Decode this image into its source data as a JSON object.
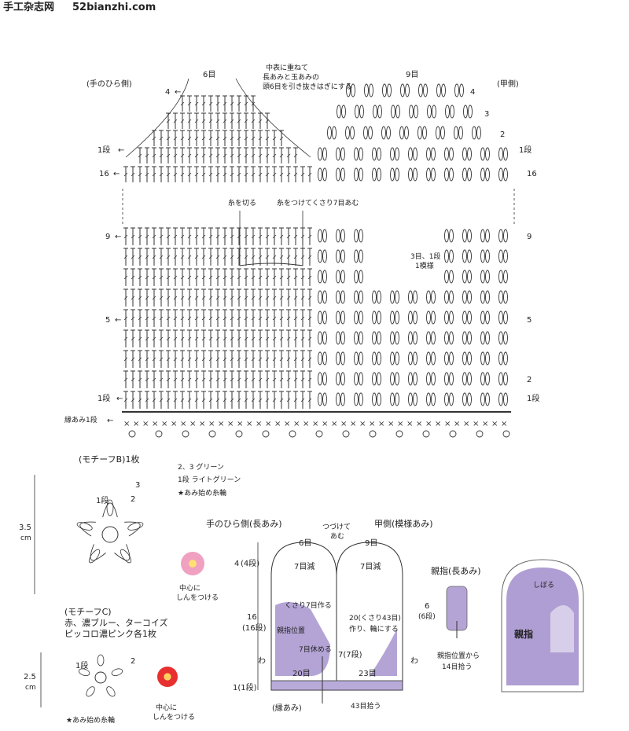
{
  "site": {
    "cn_title": "手工杂志网",
    "domain": "52bianzhi.com"
  },
  "top_chart": {
    "palm_label": "(手のひら側)",
    "back_label": "(甲側)",
    "palm_stitch_top": "6目",
    "back_stitch_top": "9目",
    "join_note": [
      "中表に重ねて",
      "長あみと玉あみの",
      "頭6目を引き抜きはぎにする"
    ],
    "cut_yarn": "糸を切る",
    "attach_yarn": "糸をつけてくさり7目あむ",
    "thumb_note": [
      "3目、1段",
      "1模様"
    ],
    "edge_row": "縁あみ1段",
    "row_labels_left": [
      "4",
      "1段",
      "16",
      "9",
      "5",
      "1段"
    ],
    "row_labels_right": [
      "4",
      "3",
      "2",
      "1段",
      "16",
      "9",
      "5",
      "2",
      "1段"
    ],
    "arrow": "←"
  },
  "motif_b": {
    "title": "(モチーフB)1枚",
    "size": "3.5",
    "unit": "cm",
    "rounds": [
      "3",
      "2",
      "1段"
    ],
    "legend": [
      "2、3 グリーン",
      "1段 ライトグリーン",
      "★あみ始め糸輪"
    ],
    "center_note": [
      "中心に",
      "しんをつける"
    ],
    "flower_color": "#f0a0c0"
  },
  "motif_c": {
    "title": "(モチーフC)",
    "colors": [
      "赤、濃ブルー、ターコイズ",
      "ピッコロ濃ピンク各1枚"
    ],
    "size": "2.5",
    "unit": "cm",
    "rounds": [
      "2",
      "1段"
    ],
    "start_note": "★あみ始め糸輪",
    "center_note": [
      "中心に",
      "しんをつける"
    ],
    "flower_color": "#e83030"
  },
  "layout_diagram": {
    "palm_title": "手のひら側(長あみ)",
    "join_note": [
      "つづけて",
      "あむ"
    ],
    "back_title": "甲側(模様あみ)",
    "palm_top": "6目",
    "back_top": "9目",
    "dec_left": "7目減",
    "dec_right": "7目減",
    "height_top": [
      "4",
      "(4段)"
    ],
    "height_mid": [
      "16",
      "(16段)"
    ],
    "height_bot": "1(1段)",
    "wa": "わ",
    "wa2": "わ",
    "chain_note": "くさり7目作る",
    "thumb_pos": "親指位置",
    "rest_note": "7目休める",
    "chain_right": [
      "20(くさり43目)",
      "作り、輪にする"
    ],
    "seven": "7(7段)",
    "left_bottom": "20目",
    "right_bottom": "23目",
    "edge": "(縁あみ)",
    "pickup": "43目拾う",
    "shade_color": "#9b86c8"
  },
  "thumb": {
    "title": "親指(長あみ)",
    "height": [
      "6",
      "(6段)"
    ],
    "note": [
      "親指位置から",
      "14目拾う"
    ]
  },
  "mitten": {
    "label": "親指",
    "tie": "しぼる"
  }
}
